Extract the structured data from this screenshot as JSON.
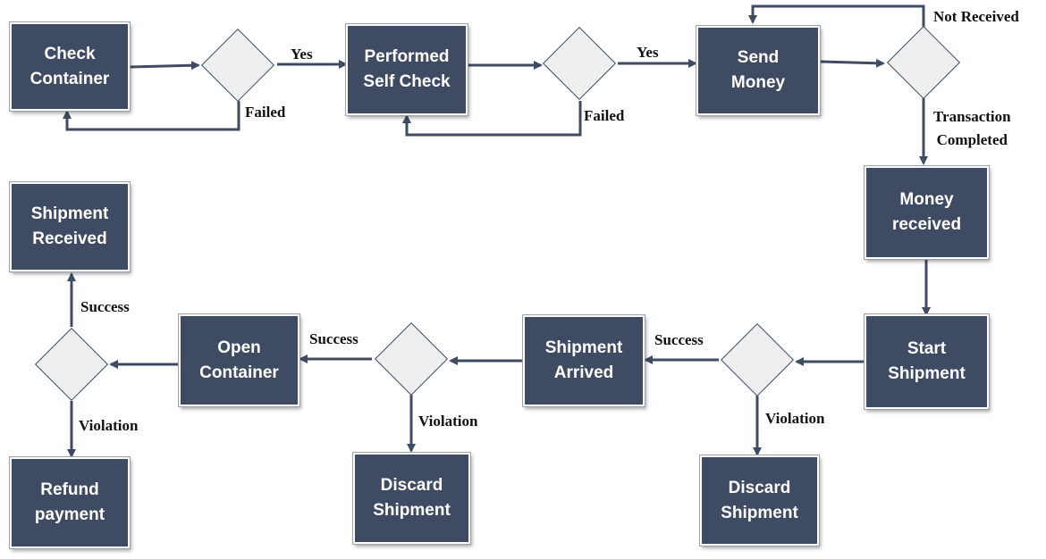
{
  "nodes": {
    "check_container": "Check\nContainer",
    "self_check": "Performed\nSelf Check",
    "send_money": "Send\nMoney",
    "money_received": "Money\nreceived",
    "start_shipment": "Start\nShipment",
    "shipment_arrived": "Shipment\nArrived",
    "open_container": "Open\nContainer",
    "shipment_received": "Shipment\nReceived",
    "refund_payment": "Refund\npayment",
    "discard_shipment_1": "Discard\nShipment",
    "discard_shipment_2": "Discard\nShipment"
  },
  "labels": {
    "yes_1": "Yes",
    "yes_2": "Yes",
    "failed_1": "Failed",
    "failed_2": "Failed",
    "not_received": "Not Received",
    "transaction_completed": "Transaction\nCompleted",
    "success_1": "Success",
    "success_2": "Success",
    "success_3": "Success",
    "violation_1": "Violation",
    "violation_2": "Violation",
    "violation_3": "Violation"
  },
  "colors": {
    "node_fill": "#3f4b63",
    "node_text": "#ffffff",
    "arrow": "#3f4b63",
    "decision_fill": "#efefef"
  }
}
